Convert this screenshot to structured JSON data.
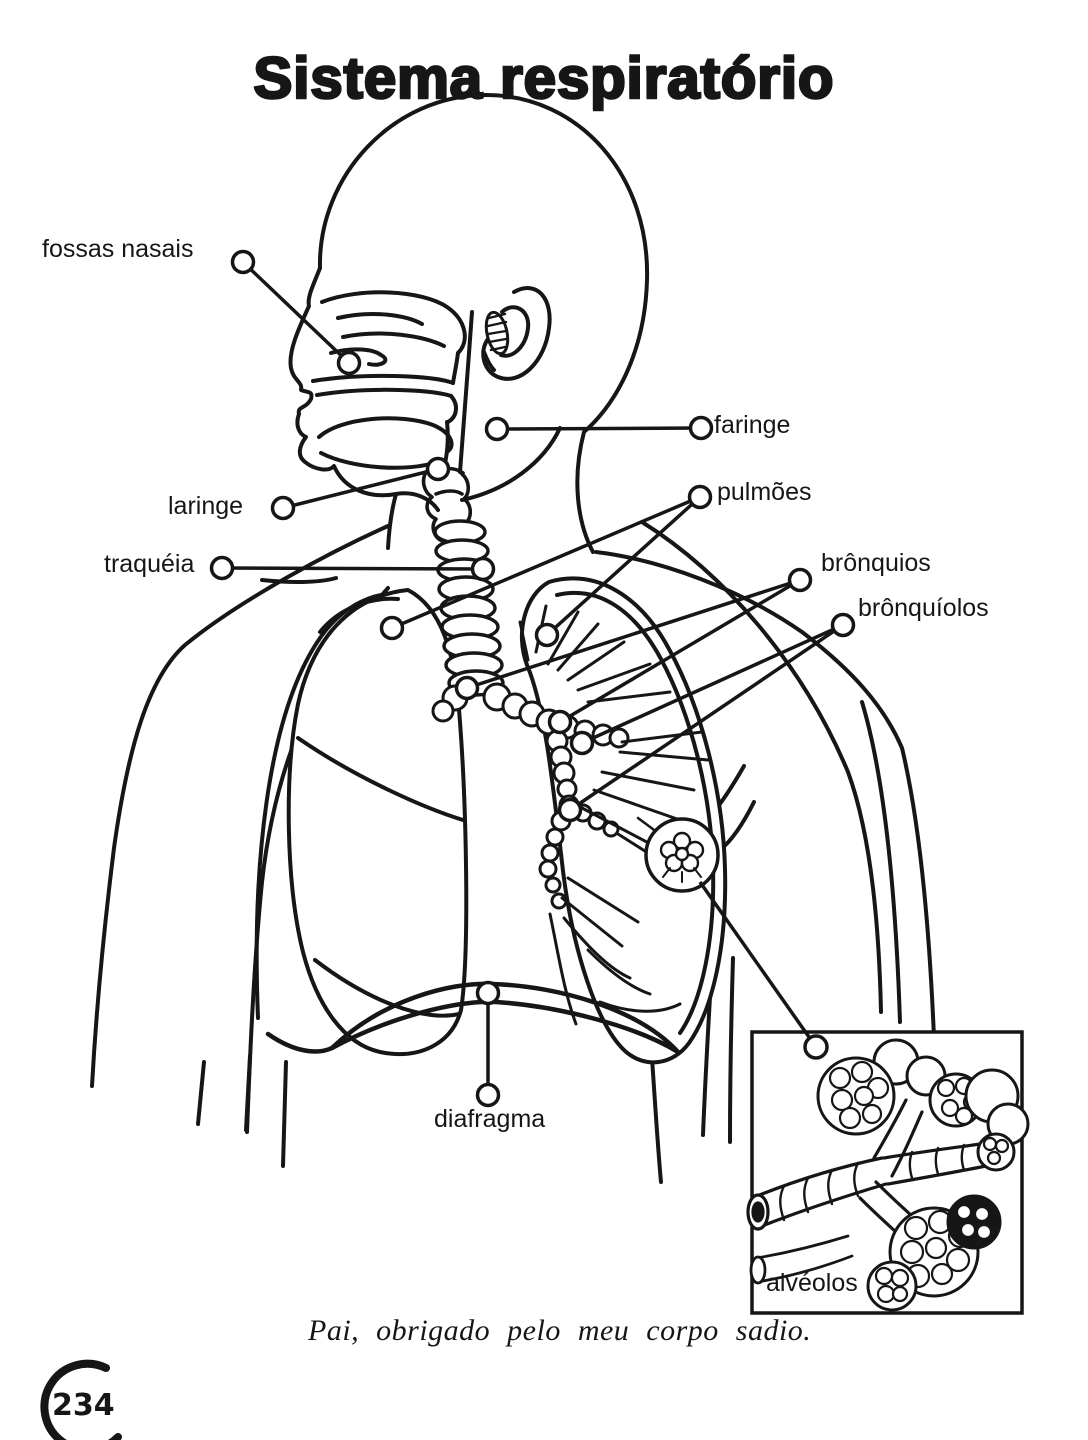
{
  "page": {
    "title": "Sistema respiratório",
    "caption": "Pai, obrigado pelo meu corpo sadio.",
    "page_number": "234"
  },
  "labels": {
    "fossas_nasais": "fossas nasais",
    "faringe": "faringe",
    "laringe": "laringe",
    "traqueia": "traquéia",
    "pulmoes": "pulmões",
    "bronquios": "brônquios",
    "bronquiolos": "brônquíolos",
    "diafragma": "diafragma",
    "alveolos": "alvéolos"
  },
  "colors": {
    "ink": "#161616",
    "paper": "#ffffff"
  }
}
